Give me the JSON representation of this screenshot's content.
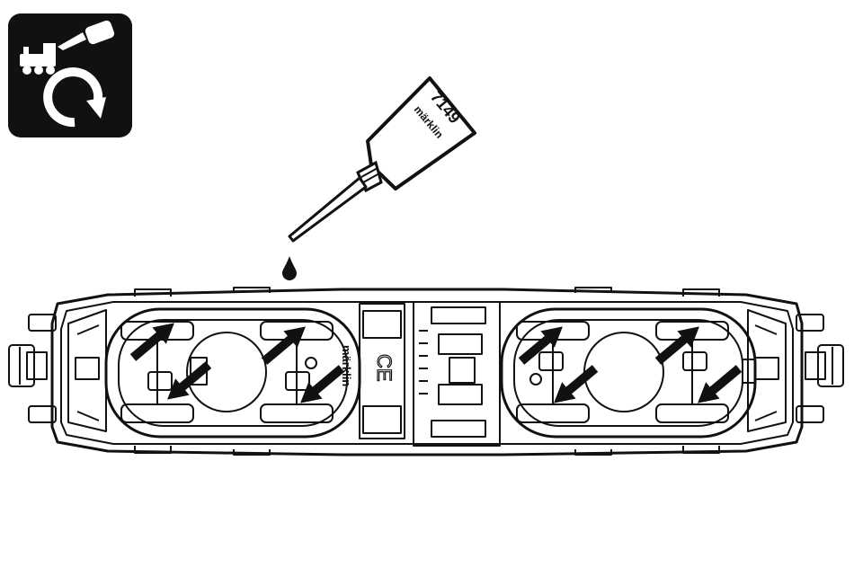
{
  "icon": {
    "name": "maintenance-lubrication-icon",
    "background": "#111111",
    "foreground": "#ffffff"
  },
  "oiler": {
    "brand": "märklin",
    "product_number": "7149"
  },
  "locomotive": {
    "underside_brand": "märklin",
    "ce_mark": "CE",
    "bogies": 2,
    "oil_points_per_bogie": 4
  },
  "colors": {
    "ink": "#111111",
    "paper": "#ffffff"
  }
}
